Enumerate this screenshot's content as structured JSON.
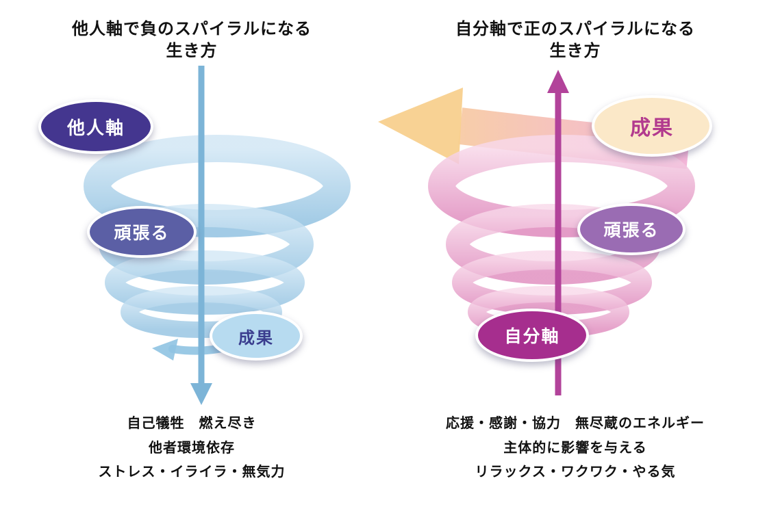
{
  "left": {
    "title": [
      "他人軸で負のスパイラルになる",
      "生き方"
    ],
    "badges": {
      "tanin": "他人軸",
      "ganbaru": "頑張る",
      "seika": "成果"
    },
    "outcomes": [
      "自己犠牲　燃え尽き",
      "他者環境依存",
      "ストレス・イライラ・無気力"
    ]
  },
  "right": {
    "title": [
      "自分軸で正のスパイラルになる",
      "生き方"
    ],
    "badges": {
      "seika": "成果",
      "ganbaru": "頑張る",
      "jibun": "自分軸"
    },
    "outcomes": [
      "応援・感謝・協力　無尽蔵のエネルギー",
      "主体的に影響を与える",
      "リラックス・ワクワク・やる気"
    ]
  },
  "colors": {
    "background": "#ffffff",
    "text": "#111111",
    "left_spiral_light": "#d2e7f5",
    "left_spiral_dark": "#92c2e1",
    "left_arrow": "#8fc3e2",
    "left_arrow_dark": "#7cb4d7",
    "badge_tanin_bg": "#44368f",
    "badge_ganbaru_left_bg": "#5b5fa5",
    "badge_seika_left_bg": "#b7dbf0",
    "badge_seika_left_text": "#3a3d8e",
    "right_spiral_light": "#f8d8e9",
    "right_spiral_dark": "#df8abd",
    "right_arrow": "#b2439a",
    "big_arrow_pink": "#f2aed6",
    "big_arrow_yellow": "#f8d08e",
    "badge_seika_right_bg": "#fbe8c8",
    "badge_seika_right_text": "#b23a8e",
    "badge_ganbaru_right_bg": "#9a6cb3",
    "badge_jibun_bg": "#a62e8e"
  }
}
